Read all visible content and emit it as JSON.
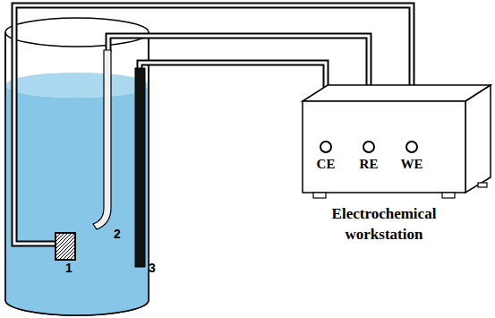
{
  "diagram": {
    "nodes": [
      {
        "text": [
          "Electrochemical workstation"
        ]
      }
    ],
    "labels": [
      "CE",
      "RE",
      "WE",
      "1",
      "2",
      "3"
    ]
  }
}
